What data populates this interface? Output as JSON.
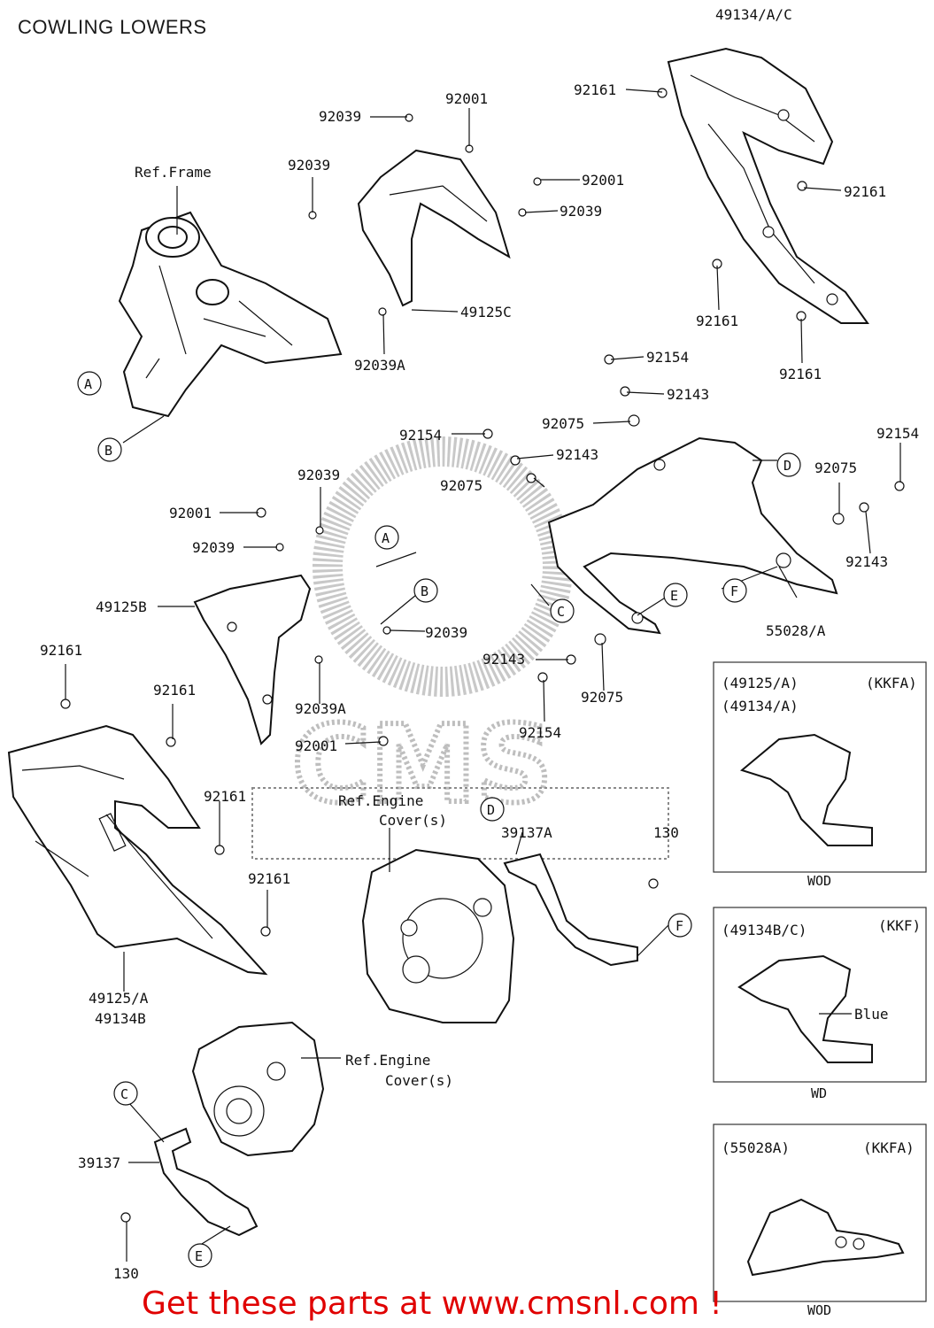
{
  "title": "COWLING LOWERS",
  "footer": "Get these parts at www.cmsnl.com !",
  "watermark": "CMS",
  "parts": {
    "p49134AC": "49134/A/C",
    "p92161_1": "92161",
    "p92001_1": "92001",
    "p92039_1": "92039",
    "p92039_2": "92039",
    "p92001_2": "92001",
    "p92039_3": "92039",
    "p92161_2": "92161",
    "p49125C": "49125C",
    "p92039A_1": "92039A",
    "p92161_3": "92161",
    "p92161_4": "92161",
    "refFrame": "Ref.Frame",
    "p92154_1": "92154",
    "p92143_1": "92143",
    "p92075_1": "92075",
    "p92154_2": "92154",
    "p92143_2": "92143",
    "p92075_2": "92075",
    "p92154_3": "92154",
    "p92075_3": "92075",
    "p92143_3": "92143",
    "p92039_4": "92039",
    "p92001_3": "92001",
    "p92039_5": "92039",
    "p49125B": "49125B",
    "p92039_6": "92039",
    "p92161_5": "92161",
    "p92161_6": "92161",
    "p92039A_2": "92039A",
    "p92001_4": "92001",
    "p92143_4": "92143",
    "p92075_4": "92075",
    "p92154_4": "92154",
    "p55028A": "55028/A",
    "p92161_7": "92161",
    "p92161_8": "92161",
    "p49125A": "49125/A",
    "p49134B": "49134B",
    "refEngine1": "Ref.Engine",
    "refEngine1b": "Cover(s)",
    "p39137A": "39137A",
    "p130_1": "130",
    "refEngine2": "Ref.Engine",
    "refEngine2b": "Cover(s)",
    "p39137": "39137",
    "p130_2": "130"
  },
  "callouts": {
    "A": "A",
    "B": "B",
    "C": "C",
    "D": "D",
    "E": "E",
    "F": "F"
  },
  "insets": [
    {
      "line1": "(49125/A)",
      "line2": "(49134/A)",
      "code": "(KKFA)",
      "footer": "WOD"
    },
    {
      "line1": "(49134B/C)",
      "line2": "",
      "code": "(KKF)",
      "footer": "WD",
      "note": "Blue"
    },
    {
      "line1": "(55028A)",
      "line2": "",
      "code": "(KKFA)",
      "footer": "WOD"
    }
  ]
}
